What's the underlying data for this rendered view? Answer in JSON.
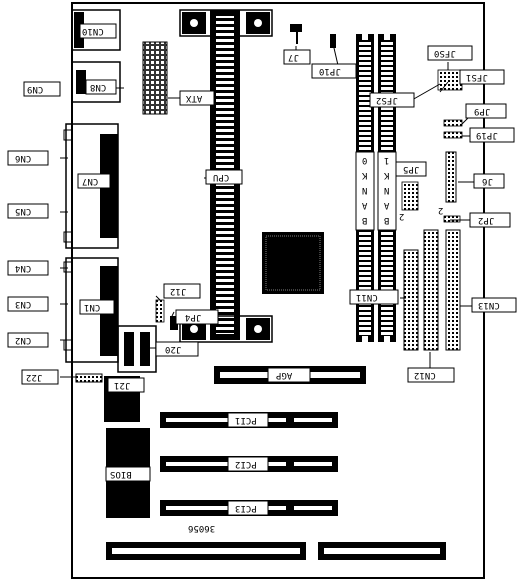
{
  "board": {
    "id": "36056",
    "connectors": {
      "cn1": "CN1",
      "cn2": "CN2",
      "cn3": "CN3",
      "cn4": "CN4",
      "cn5": "CN5",
      "cn6": "CN6",
      "cn7": "CN7",
      "cn8": "CN8",
      "cn9": "CN9",
      "cn10": "CN10",
      "cn11": "CN11",
      "cn12": "CN12",
      "cn13": "CN13",
      "atx": "ATX",
      "cpu": "CPU",
      "agp": "AGP",
      "pci1": "PCI1",
      "pci2": "PCI2",
      "pci3": "PCI3",
      "bios": "BIOS"
    },
    "jumpers": {
      "j6": "J6",
      "j7": "J7",
      "j12": "J12",
      "j20": "J20",
      "j21": "J21",
      "j22": "J22",
      "jp2": "JP2",
      "jp4": "JP4",
      "jp5": "JP5",
      "jp9": "JP9",
      "jp10": "JP10",
      "jp19": "JP19",
      "jfs0": "JFS0",
      "jfs1": "JFS1",
      "jfs2": "JFS2"
    },
    "banks": {
      "bank0_letters": [
        "B",
        "A",
        "N",
        "K",
        "0"
      ],
      "bank1_letters": [
        "B",
        "A",
        "N",
        "K",
        "1"
      ]
    },
    "pin_marks": {
      "jp5_pin": "2",
      "jp2_pin": "2"
    }
  }
}
